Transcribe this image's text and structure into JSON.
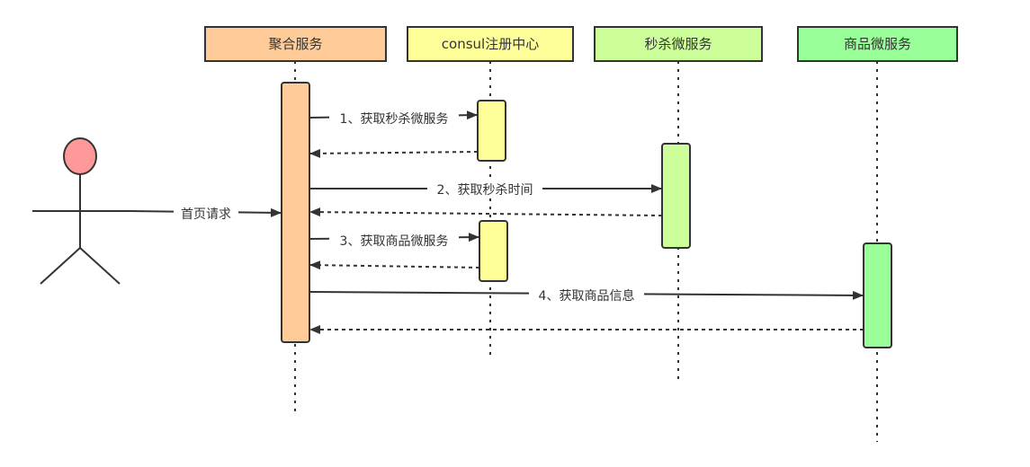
{
  "participants": [
    {
      "id": "aggregate",
      "label": "聚合服务",
      "color": "#ffcc99"
    },
    {
      "id": "consul",
      "label": "consul注册中心",
      "color": "#ffff99"
    },
    {
      "id": "seckill",
      "label": "秒杀微服务",
      "color": "#ccff99"
    },
    {
      "id": "product",
      "label": "商品微服务",
      "color": "#99ff99"
    }
  ],
  "actor": {
    "head_color": "#ff9999"
  },
  "messages": {
    "home_request": "首页请求",
    "m1": "1、获取秒杀微服务",
    "m2": "2、获取秒杀时间",
    "m3": "3、获取商品微服务",
    "m4": "4、获取商品信息"
  },
  "colors": {
    "line": "#333333",
    "activation_aggregate": "#ffcc99",
    "activation_consul": "#ffff99",
    "activation_seckill": "#ccff99",
    "activation_product": "#99ff99"
  }
}
